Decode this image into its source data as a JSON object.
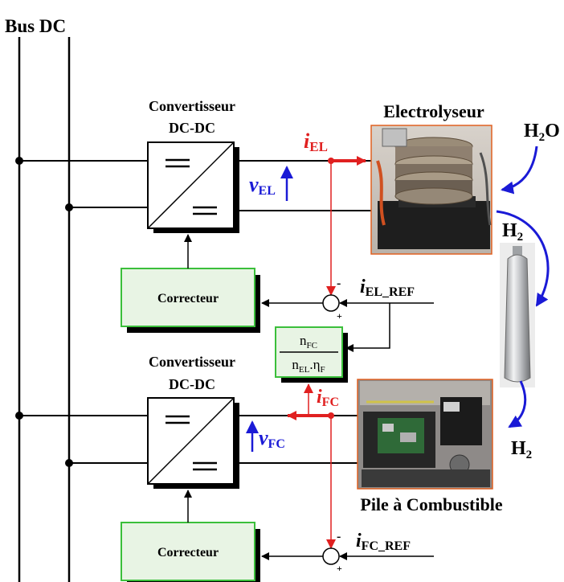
{
  "bus_label": "Bus DC",
  "converter_top": {
    "line1": "Convertisseur",
    "line2": "DC-DC"
  },
  "converter_bottom": {
    "line1": "Convertisseur",
    "line2": "DC-DC"
  },
  "electrolyser_title": "Electrolyseur",
  "fuel_cell_title": "Pile à Combustible",
  "corrector_top": "Correcteur",
  "corrector_bottom": "Correcteur",
  "i_el": {
    "main": "i",
    "sub": "EL"
  },
  "v_el": {
    "main": "v",
    "sub": "EL"
  },
  "i_fc": {
    "main": "i",
    "sub": "FC"
  },
  "v_fc": {
    "main": "v",
    "sub": "FC"
  },
  "i_el_ref": {
    "main": "i",
    "sub": "EL_REF"
  },
  "i_fc_ref": {
    "main": "i",
    "sub": "FC_REF"
  },
  "ratio_block": {
    "num_main": "n",
    "num_sub": "FC",
    "den_main1": "n",
    "den_sub1": "EL",
    "den_mid": ".η",
    "den_sub2": "F"
  },
  "water_label": {
    "main": "H",
    "sub": "2",
    "tail": "O"
  },
  "hydrogen_label_top": {
    "main": "H",
    "sub": "2"
  },
  "hydrogen_label_bottom": {
    "main": "H",
    "sub": "2"
  },
  "sum_signs": {
    "minus": "-",
    "plus": "+"
  },
  "colors": {
    "current": "#e02020",
    "voltage": "#1a1ad6",
    "corrector_fill": "#e8f4e4",
    "corrector_border": "#3bbf3b",
    "flow": "#1a1ad6"
  }
}
